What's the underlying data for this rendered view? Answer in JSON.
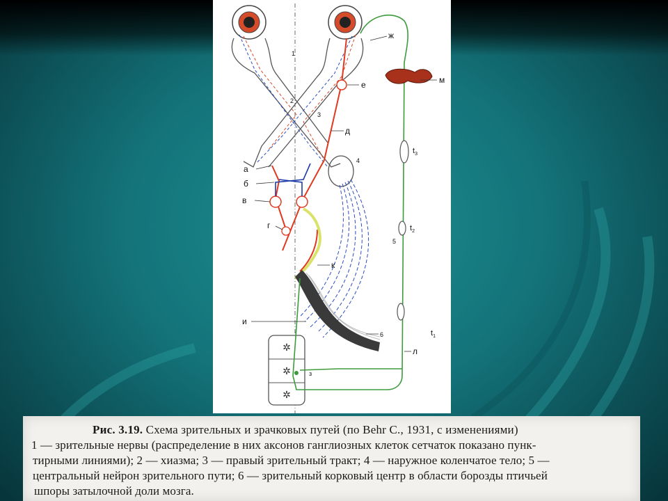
{
  "figure": {
    "labels": {
      "a": "а",
      "b": "б",
      "v": "в",
      "g": "г",
      "d": "д",
      "e": "е",
      "zh": "ж",
      "z": "з",
      "i": "и",
      "k": "к",
      "l": "л",
      "m": "м",
      "n1": "1",
      "n2": "2",
      "n3": "3",
      "n4": "4",
      "n5": "5",
      "n6": "6",
      "t1": "t",
      "t1_sub": "1",
      "t2": "t",
      "t2_sub": "2",
      "t3": "t",
      "t3_sub": "3"
    }
  },
  "caption": {
    "title_bold": "Рис. 3.19.",
    "title_rest": " Схема зрительных и зрачковых путей (по Behr C., 1931, с изменениями)",
    "lines": [
      "1 — зрительные нервы (распределение в них аксонов ганглиозных клеток сетчаток показано пунк-",
      "тирными линиями); 2 — хиазма; 3 — правый зрительный тракт; 4 — наружное коленчатое тело; 5 —",
      "центральный нейрон зрительного пути; 6 — зрительный корковый центр в области борозды птичьей",
      "шпоры затылочной доли мозга."
    ]
  }
}
